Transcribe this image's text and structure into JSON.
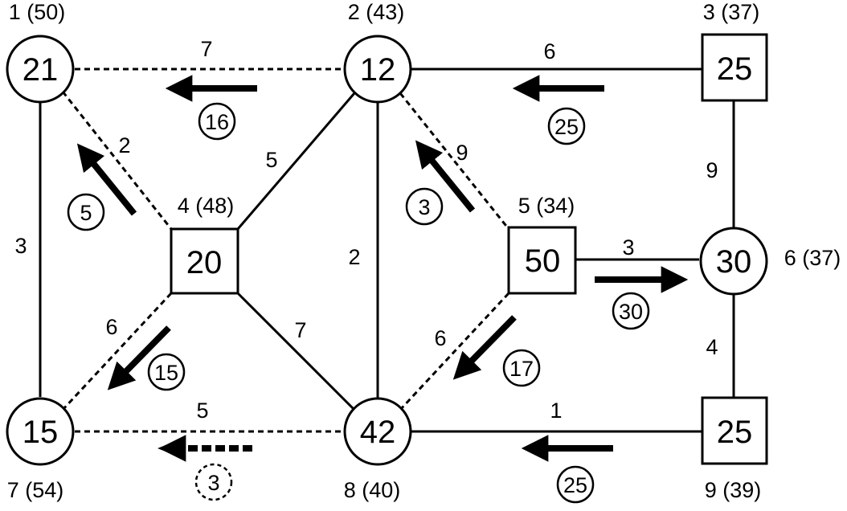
{
  "nodes": [
    {
      "id": "1",
      "value": "21",
      "label": "1 (50)",
      "shape": "circle"
    },
    {
      "id": "2",
      "value": "12",
      "label": "2 (43)",
      "shape": "circle"
    },
    {
      "id": "3",
      "value": "25",
      "label": "3 (37)",
      "shape": "square"
    },
    {
      "id": "4",
      "value": "20",
      "label": "4 (48)",
      "shape": "square"
    },
    {
      "id": "5",
      "value": "50",
      "label": "5 (34)",
      "shape": "square"
    },
    {
      "id": "6",
      "value": "30",
      "label": "6 (37)",
      "shape": "circle"
    },
    {
      "id": "7",
      "value": "15",
      "label": "7 (54)",
      "shape": "circle"
    },
    {
      "id": "8",
      "value": "42",
      "label": "8 (40)",
      "shape": "circle"
    },
    {
      "id": "9",
      "value": "25",
      "label": "9 (39)",
      "shape": "square"
    }
  ],
  "edges": [
    {
      "from": "1",
      "to": "2",
      "weight": "7",
      "style": "dashed"
    },
    {
      "from": "2",
      "to": "3",
      "weight": "6",
      "style": "solid"
    },
    {
      "from": "1",
      "to": "4",
      "weight": "2",
      "style": "dashed"
    },
    {
      "from": "4",
      "to": "2",
      "weight": "5",
      "style": "solid"
    },
    {
      "from": "1",
      "to": "7",
      "weight": "3",
      "style": "solid"
    },
    {
      "from": "2",
      "to": "8",
      "weight": "2",
      "style": "solid"
    },
    {
      "from": "2",
      "to": "5",
      "weight": "9",
      "style": "dashed"
    },
    {
      "from": "3",
      "to": "6",
      "weight": "9",
      "style": "solid"
    },
    {
      "from": "5",
      "to": "6",
      "weight": "3",
      "style": "solid"
    },
    {
      "from": "4",
      "to": "7",
      "weight": "6",
      "style": "dashed"
    },
    {
      "from": "4",
      "to": "8",
      "weight": "7",
      "style": "solid"
    },
    {
      "from": "5",
      "to": "8",
      "weight": "6",
      "style": "dashed"
    },
    {
      "from": "6",
      "to": "9",
      "weight": "4",
      "style": "solid"
    },
    {
      "from": "7",
      "to": "8",
      "weight": "5",
      "style": "dashed"
    },
    {
      "from": "8",
      "to": "9",
      "weight": "1",
      "style": "solid"
    }
  ],
  "flows": [
    {
      "value": "16",
      "from": "2",
      "to": "1",
      "style": "solid"
    },
    {
      "value": "25",
      "from": "3",
      "to": "2",
      "style": "solid"
    },
    {
      "value": "5",
      "from": "4",
      "to": "1",
      "style": "solid"
    },
    {
      "value": "3",
      "from": "5",
      "to": "2",
      "style": "solid"
    },
    {
      "value": "30",
      "from": "5",
      "to": "6",
      "style": "solid"
    },
    {
      "value": "15",
      "from": "4",
      "to": "7",
      "style": "solid"
    },
    {
      "value": "17",
      "from": "5",
      "to": "8",
      "style": "solid"
    },
    {
      "value": "3",
      "from": "8",
      "to": "7",
      "style": "dashed"
    },
    {
      "value": "25",
      "from": "9",
      "to": "8",
      "style": "solid"
    }
  ]
}
